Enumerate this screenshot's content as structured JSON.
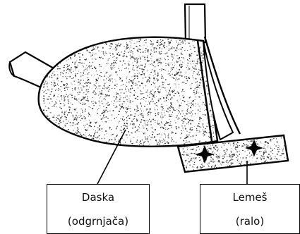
{
  "labels": {
    "daska_line1": "Daska",
    "daska_line2": "(odgrnjača)",
    "lemes_line1": "Lemeš",
    "lemes_line2": "(ralo)"
  },
  "colors": {
    "ink": "#000000",
    "speckle": "#333333",
    "background": "#ffffff"
  }
}
